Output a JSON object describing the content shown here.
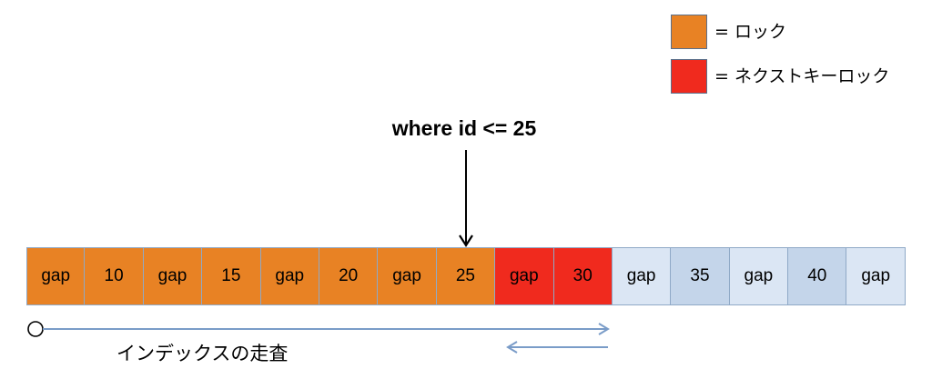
{
  "legend": [
    {
      "label": "= ロック",
      "color": "#e88224"
    },
    {
      "label": "= ネクストキーロック",
      "color": "#f02a1e"
    }
  ],
  "query": "where id <= 25",
  "colors": {
    "lock": "#e88224",
    "next_key_lock": "#f02a1e",
    "gap_unlocked": "#dbe6f4",
    "key_unlocked": "#c4d5ea",
    "arrow": "#7a9cc8"
  },
  "cells": [
    {
      "text": "gap",
      "state": "lock"
    },
    {
      "text": "10",
      "state": "lock"
    },
    {
      "text": "gap",
      "state": "lock"
    },
    {
      "text": "15",
      "state": "lock"
    },
    {
      "text": "gap",
      "state": "lock"
    },
    {
      "text": "20",
      "state": "lock"
    },
    {
      "text": "gap",
      "state": "lock"
    },
    {
      "text": "25",
      "state": "lock"
    },
    {
      "text": "gap",
      "state": "next_key_lock"
    },
    {
      "text": "30",
      "state": "next_key_lock"
    },
    {
      "text": "gap",
      "state": "gap_unlocked"
    },
    {
      "text": "35",
      "state": "key_unlocked"
    },
    {
      "text": "gap",
      "state": "gap_unlocked"
    },
    {
      "text": "40",
      "state": "key_unlocked"
    },
    {
      "text": "gap",
      "state": "gap_unlocked"
    }
  ],
  "scan_label": "インデックスの走査"
}
